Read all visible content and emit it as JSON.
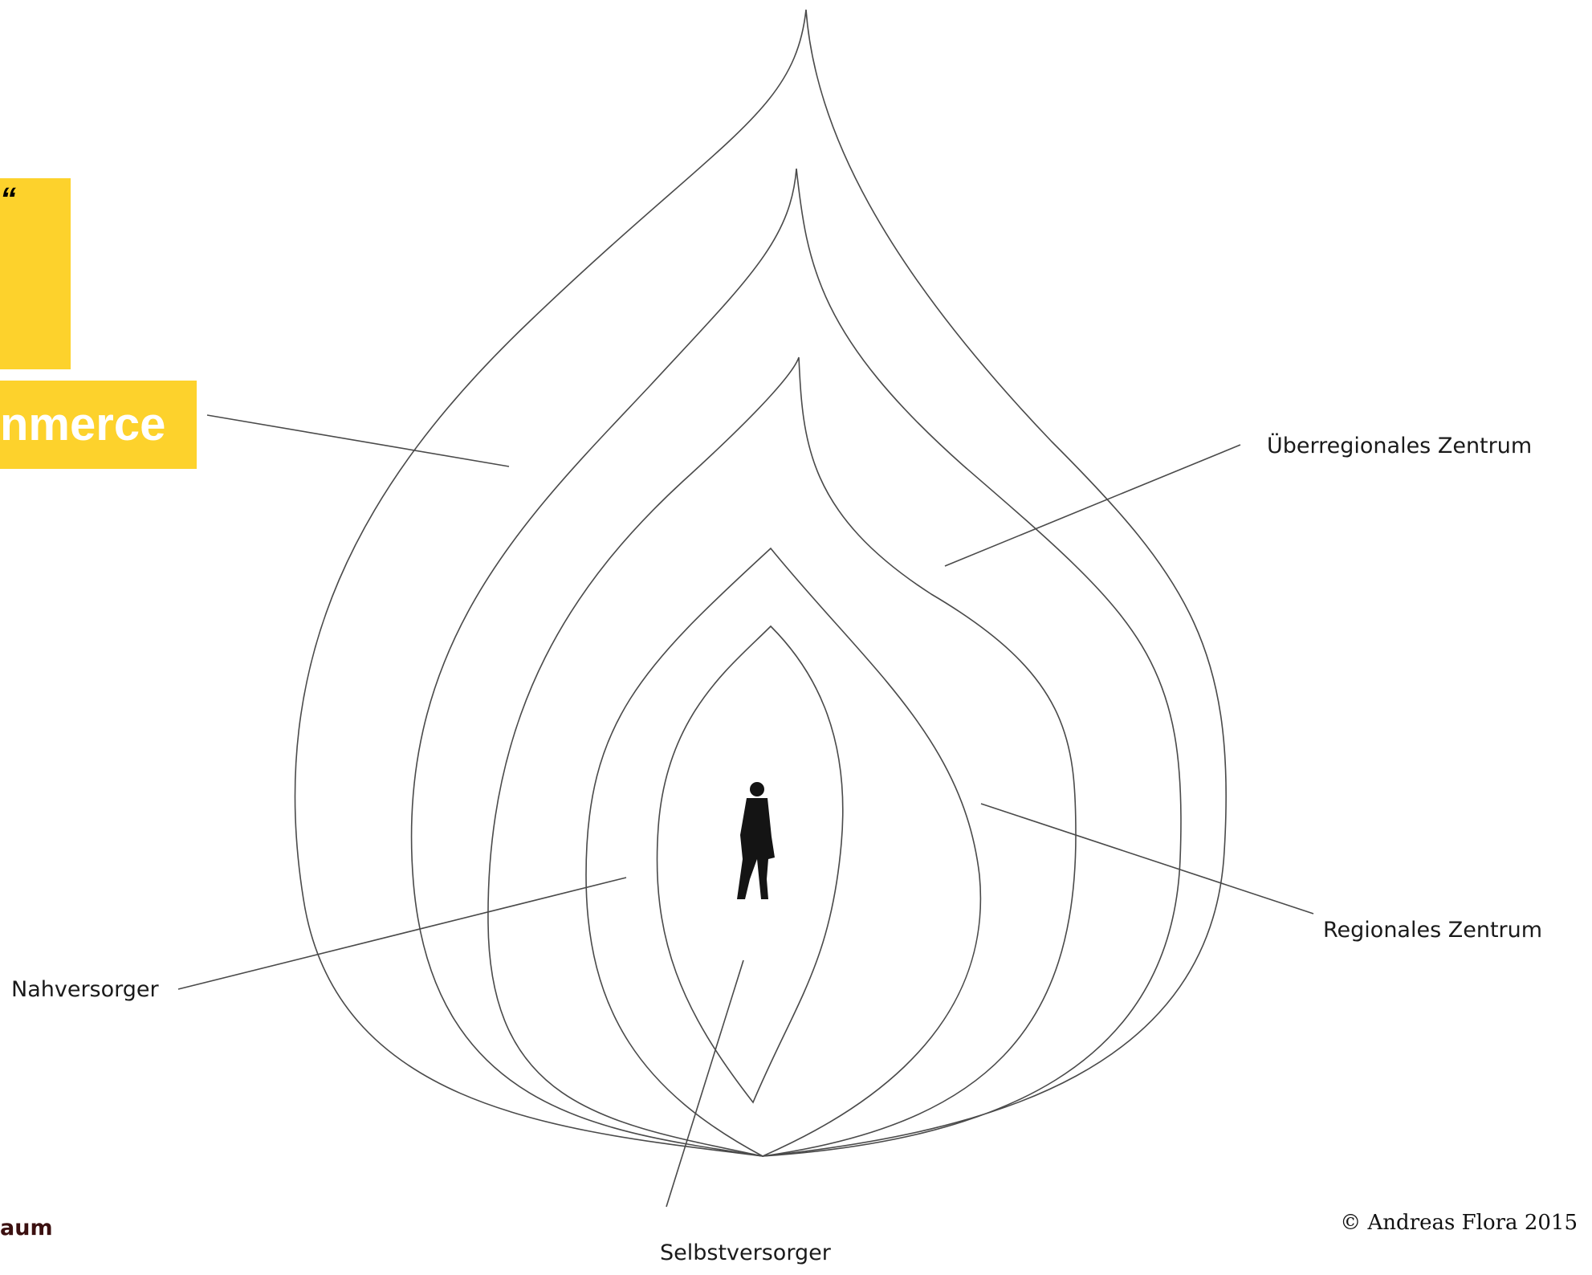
{
  "left_panel": {
    "quote_fragment": "“",
    "commerce_fragment": "nmerce",
    "footer_fragment": "aum",
    "accent_color": "#fdd22c"
  },
  "diagram": {
    "labels": {
      "ueberregional": "Überregionales Zentrum",
      "regional": "Regionales Zentrum",
      "nahversorger": "Nahversorger",
      "selbstversorger": "Selbstversorger"
    },
    "figure_icon": "person-silhouette-icon",
    "line_color": "#4a4a4a"
  },
  "copyright": "© Andreas Flora 2015"
}
